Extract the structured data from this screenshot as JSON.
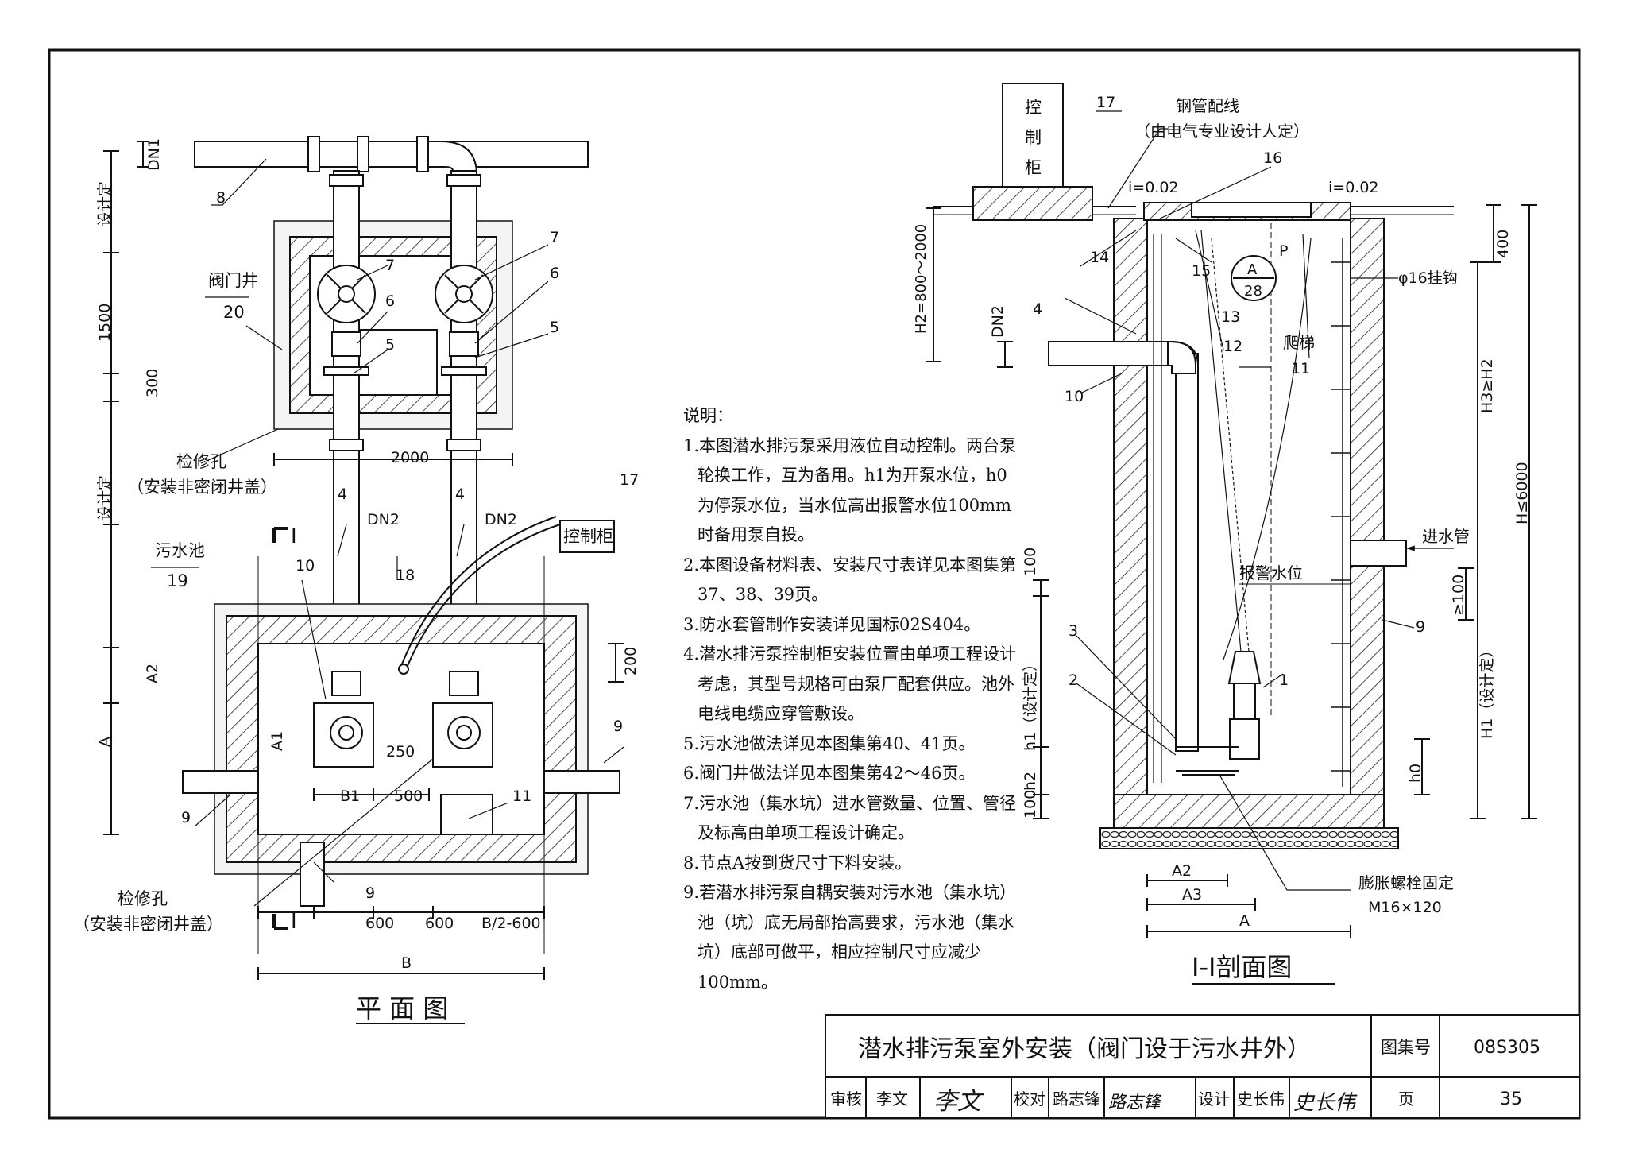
{
  "plan": {
    "title": "平 面 图",
    "valve_well_label": "阀门井",
    "valve_well_no": "20",
    "sewage_pool_label": "污水池",
    "sewage_pool_no": "19",
    "manhole_label": "检修孔",
    "manhole_note": "（安装非密闭井盖）",
    "manhole_label_2": "检修孔",
    "manhole_note_2": "（安装非密闭井盖）",
    "control_cabinet": "控制柜",
    "section_mark": "I",
    "dims": {
      "dn1": "DN1",
      "design_top": "设计定",
      "d1500": "1500",
      "d300": "300",
      "design_mid": "设计定",
      "d2000": "2000",
      "dn2_a": "DN2",
      "dn2_b": "DN2",
      "a2": "A2",
      "a": "A",
      "a1": "A1",
      "d200": "200",
      "d250": "250",
      "b1": "B1",
      "d500": "500",
      "d600a": "600",
      "d600b": "600",
      "b2_600": "B/2-600",
      "b": "B"
    },
    "callouts": {
      "c8": "8",
      "c7a": "7",
      "c7b": "7",
      "c6a": "6",
      "c6b": "6",
      "c5a": "5",
      "c5b": "5",
      "c4a": "4",
      "c4b": "4",
      "c10": "10",
      "c18": "18",
      "c17": "17",
      "c9a": "9",
      "c9b": "9",
      "c9c": "9",
      "c11": "11"
    }
  },
  "section": {
    "title": "I-I剖面图",
    "cabinet": "控制柜",
    "steel_pipe": "钢管配线",
    "steel_pipe_note": "（由电气专业设计人定）",
    "slope_left": "i=0.02",
    "slope_right": "i=0.02",
    "hook": "φ16挂钩",
    "ladder": "爬梯",
    "inlet": "进水管",
    "alarm": "报警水位",
    "bolt": "膨胀螺栓固定",
    "bolt_spec": "M16×120",
    "detail_mark": "P",
    "detail_a": "A",
    "detail_page": "28",
    "dims": {
      "h2": "H2=800～2000",
      "dn2": "DN2",
      "d400": "400",
      "h3": "H3≥H2",
      "h6000": "H≤6000",
      "d100a": "100",
      "ge100": "≥100",
      "h1": "H1（设计定）",
      "h1s": "h1（设计定）",
      "h2s": "h2",
      "h0": "h0",
      "d100b": "100",
      "a2": "A2",
      "a3": "A3",
      "a": "A"
    },
    "callouts": {
      "c17": "17",
      "c16": "16",
      "c14": "14",
      "c15": "15",
      "c13": "13",
      "c12": "12",
      "c11": "11",
      "c4": "4",
      "c10": "10",
      "c9": "9",
      "c3": "3",
      "c2": "2",
      "c1": "1"
    }
  },
  "notes": {
    "heading": "说明：",
    "items": [
      "1.本图潜水排污泵采用液位自动控制。两台泵轮换工作，互为备用。h1为开泵水位，h0为停泵水位，当水位高出报警水位100mm时备用泵自投。",
      "2.本图设备材料表、安装尺寸表详见本图集第37、38、39页。",
      "3.防水套管制作安装详见国标02S404。",
      "4.潜水排污泵控制柜安装位置由单项工程设计考虑，其型号规格可由泵厂配套供应。池外电线电缆应穿管敷设。",
      "5.污水池做法详见本图集第40、41页。",
      "6.阀门井做法详见本图集第42～46页。",
      "7.污水池（集水坑）进水管数量、位置、管径及标高由单项工程设计确定。",
      "8.节点A按到货尺寸下料安装。",
      "9.若潜水排污泵自耦安装对污水池（集水坑）池（坑）底无局部抬高要求，污水池（集水坑）底部可做平，相应控制尺寸应减少100mm。"
    ]
  },
  "title_block": {
    "title": "潜水排污泵室外安装（阀门设于污水井外）",
    "atlas_label": "图集号",
    "atlas_no": "08S305",
    "review_label": "审核",
    "reviewer": "李文",
    "review_sig": "李文",
    "check_label": "校对",
    "checker": "路志锋",
    "check_sig": "路志锋",
    "design_label": "设计",
    "designer": "史长伟",
    "design_sig": "史长伟",
    "page_label": "页",
    "page_no": "35"
  }
}
